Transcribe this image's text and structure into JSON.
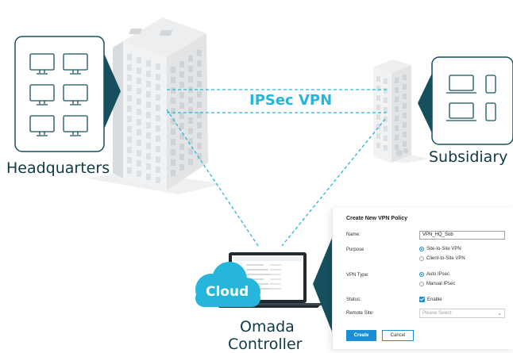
{
  "labels": {
    "headquarters": "Headquarters",
    "subsidiary": "Subsidiary",
    "vpn": "IPSec VPN",
    "cloud": "Cloud",
    "omada_line1": "Omada",
    "omada_line2": "Controller"
  },
  "dialog": {
    "title": "Create New VPN Policy",
    "name_label": "Name:",
    "name_value": "VPN_HQ_Sub",
    "purpose_label": "Purpose",
    "purpose_options": [
      "Site-to-Site VPN",
      "Client-to-Site VPN"
    ],
    "purpose_selected": "Site-to-Site VPN",
    "vpn_type_label": "VPN Type:",
    "vpn_type_options": [
      "Auto IPsec",
      "Manual IPsec"
    ],
    "vpn_type_selected": "Auto IPsec",
    "status_label": "Status:",
    "status_value": "Enable",
    "remote_site_label": "Remote Site:",
    "remote_site_placeholder": "Please Select",
    "create_label": "Create",
    "cancel_label": "Cancel"
  },
  "colors": {
    "dark_teal": "#0f3946",
    "accent_cyan": "#26b6dc",
    "primary_blue": "#1a8fd6"
  }
}
